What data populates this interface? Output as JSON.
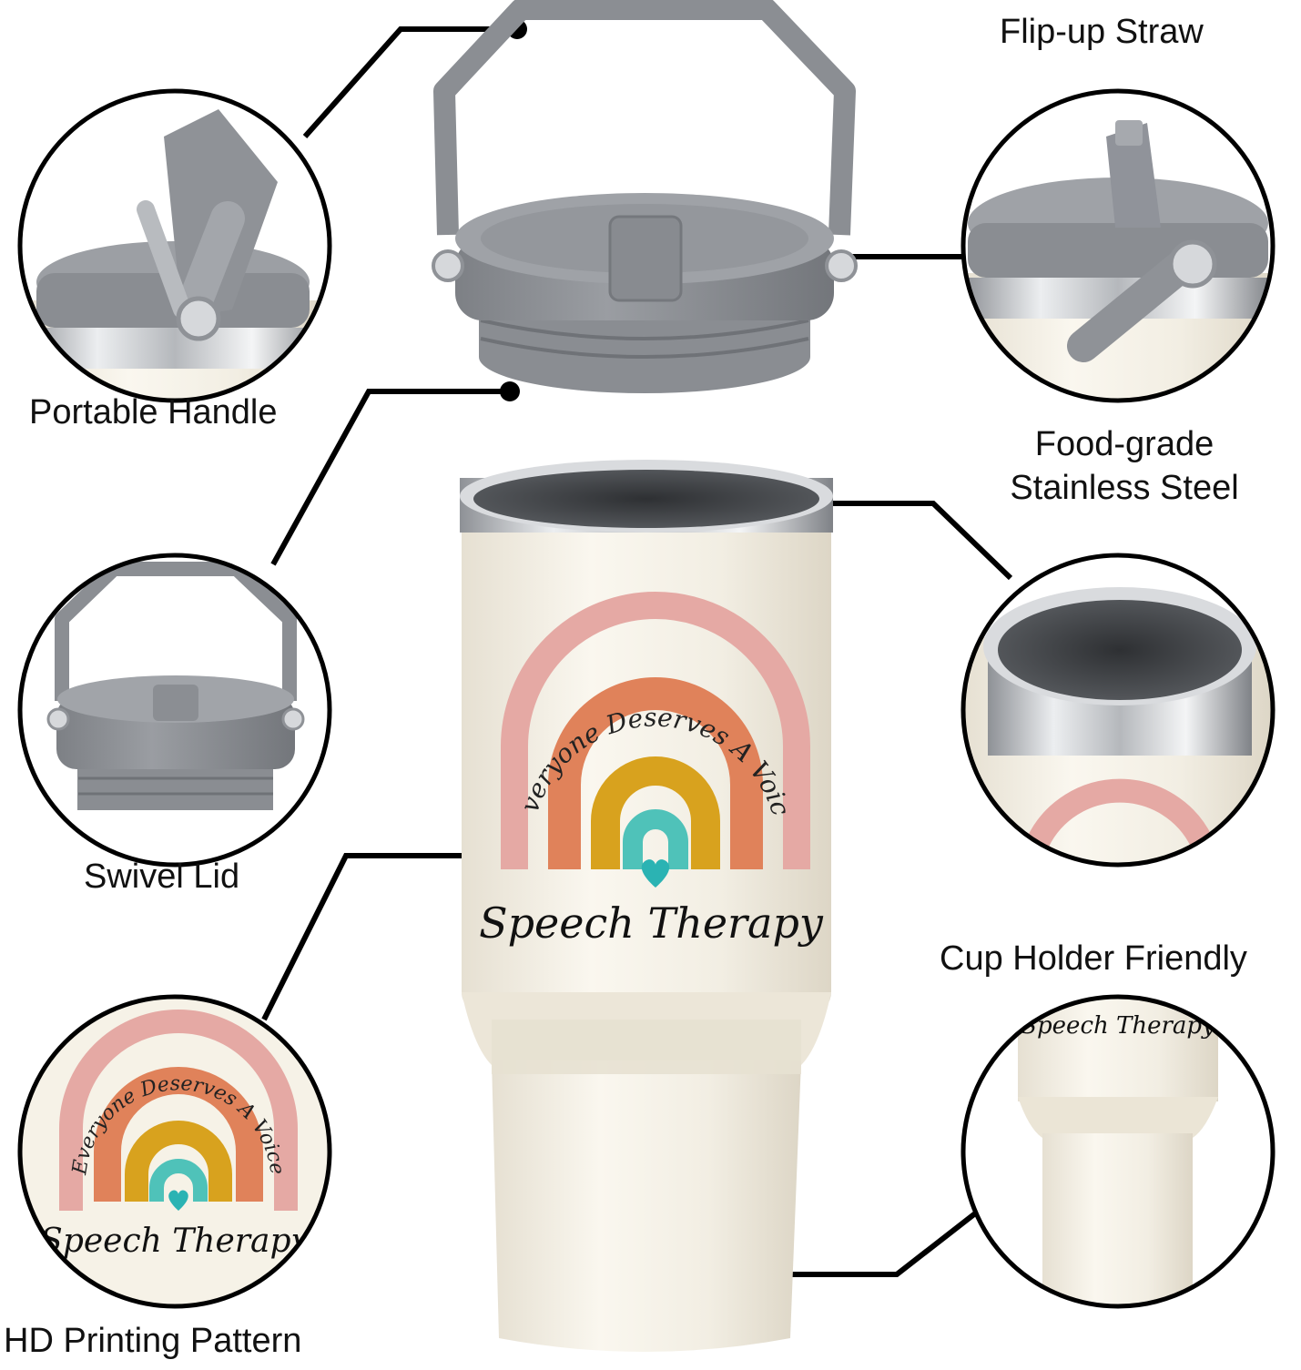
{
  "labels": {
    "portable_handle": "Portable Handle",
    "flip_up_straw": "Flip-up Straw",
    "food_grade_line1": "Food-grade",
    "food_grade_line2": "Stainless Steel",
    "swivel_lid": "Swivel Lid",
    "cup_holder_friendly": "Cup Holder Friendly",
    "hd_printing_pattern": "HD Printing Pattern"
  },
  "print": {
    "arc_text": "Everyone Deserves A Voice",
    "title": "Speech Therapy"
  },
  "colors": {
    "lid_gray": "#8c8f94",
    "lid_gray_dark": "#6e7176",
    "steel": "#c9ccd1",
    "tumbler_cream": "#f3efe4",
    "rainbow_pink": "#e5a9a4",
    "rainbow_orange": "#e0825a",
    "rainbow_mustard": "#d8a21e",
    "rainbow_teal": "#4fc2b9",
    "heart_teal": "#2bb3b3",
    "line_black": "#000000"
  },
  "icons": [
    "heart-icon"
  ]
}
